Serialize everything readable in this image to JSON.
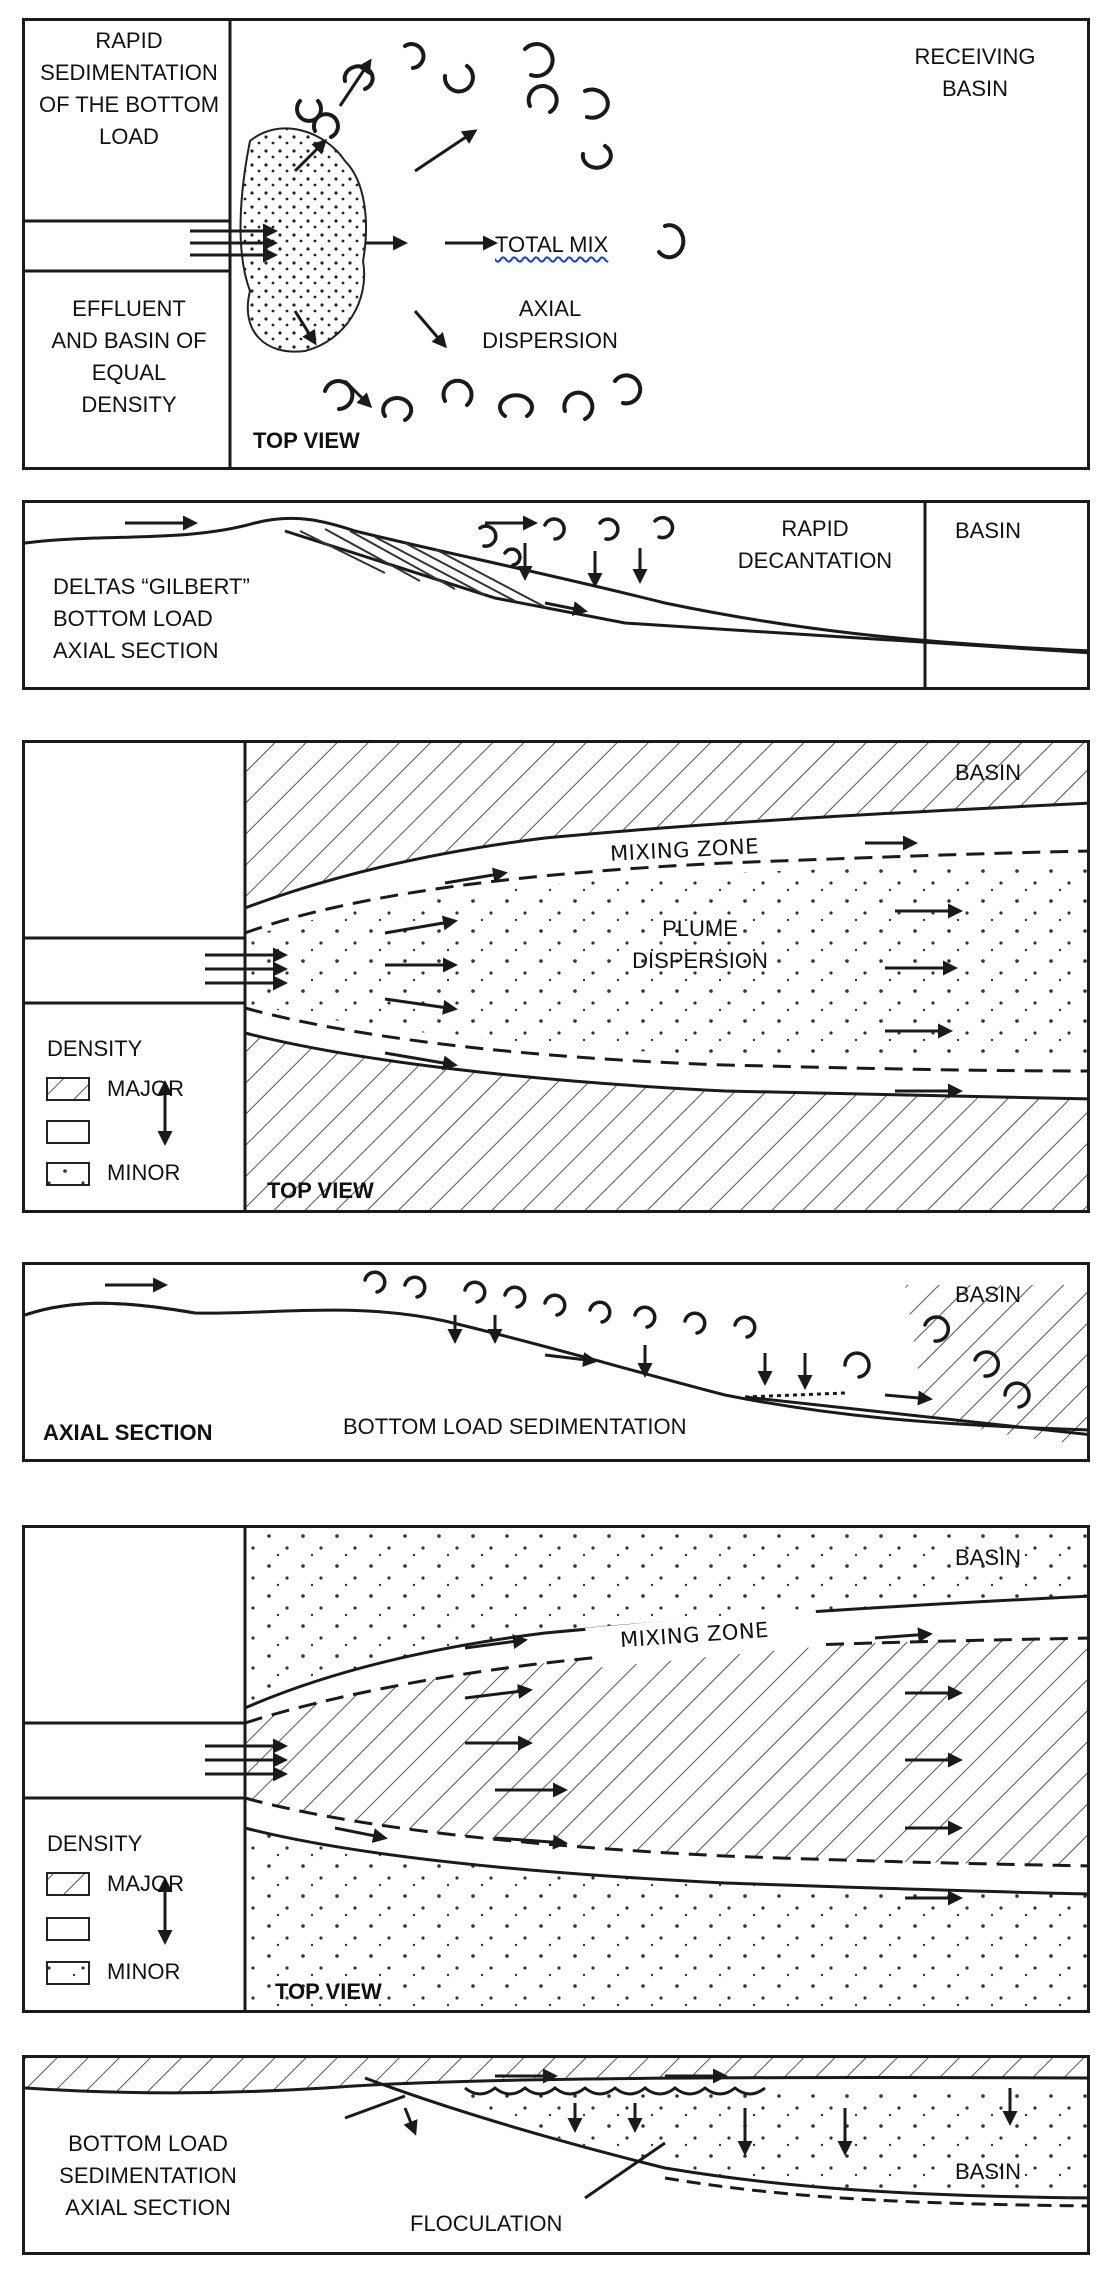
{
  "panel1": {
    "rapid_sedimentation": [
      "RAPID",
      "SEDIMENTATION",
      "OF THE BOTTOM",
      "LOAD"
    ],
    "effluent": [
      "EFFLUENT",
      "AND BASIN OF",
      "EQUAL",
      "DENSITY"
    ],
    "receiving_basin": [
      "RECEIVING",
      "BASIN"
    ],
    "total_mix": "TOTAL MIX",
    "axial_dispersion": [
      "AXIAL",
      "DISPERSION"
    ],
    "view": "TOP VIEW"
  },
  "panel2": {
    "deltas": [
      "DELTAS “GILBERT”",
      "BOTTOM LOAD"
    ],
    "section": "AXIAL SECTION",
    "rapid_decantation": [
      "RAPID",
      "DECANTATION"
    ],
    "basin": "BASIN"
  },
  "panel3": {
    "basin": "BASIN",
    "mixing_zone": "MIXING ZONE",
    "plume_dispersion": [
      "PLUME",
      "DISPERSION"
    ],
    "legend_title": "DENSITY",
    "legend_major": "MAJOR",
    "legend_minor": "MINOR",
    "view": "TOP VIEW"
  },
  "panel4": {
    "basin": "BASIN",
    "section": "AXIAL SECTION",
    "bottom_load_sedimentation": "BOTTOM LOAD SEDIMENTATION"
  },
  "panel5": {
    "basin": "BASIN",
    "mixing_zone": "MIXING ZONE",
    "legend_title": "DENSITY",
    "legend_major": "MAJOR",
    "legend_minor": "MINOR",
    "view": "TOP VIEW"
  },
  "panel6": {
    "bottom_load": [
      "BOTTOM LOAD",
      "SEDIMENTATION"
    ],
    "section": "AXIAL SECTION",
    "floculation": "FLOCULATION",
    "basin": "BASIN"
  }
}
